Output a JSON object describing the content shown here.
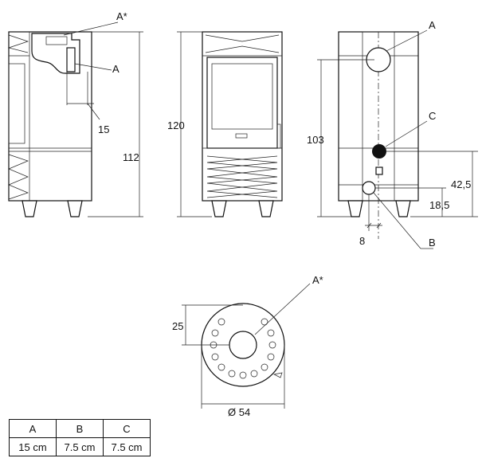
{
  "labels": {
    "side_A_star": "A*",
    "side_A": "A",
    "side_15": "15",
    "side_112": "112",
    "front_120": "120",
    "back_A": "A",
    "back_C": "C",
    "back_103": "103",
    "back_42_5": "42,5",
    "back_18_5": "18,5",
    "back_8": "8",
    "back_B": "B",
    "top_A_star": "A*",
    "top_25": "25",
    "top_diameter": "Ø 54"
  },
  "table": {
    "headers": [
      "A",
      "B",
      "C"
    ],
    "values": [
      "15 cm",
      "7.5 cm",
      "7.5 cm"
    ]
  }
}
